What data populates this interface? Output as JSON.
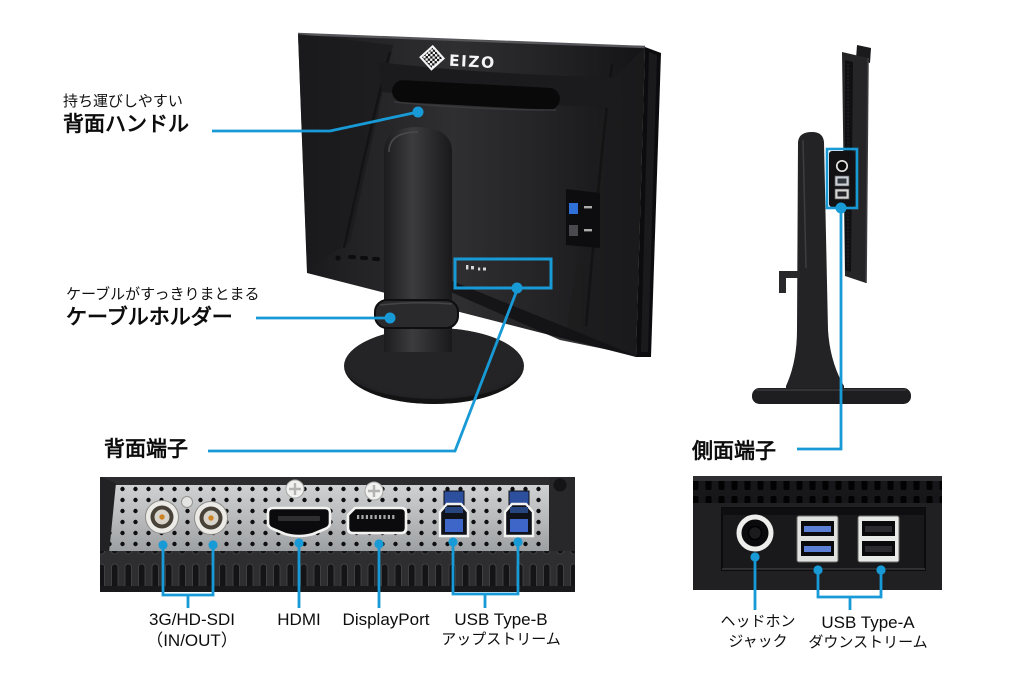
{
  "accent_color": "#189AD6",
  "background_color": "#ffffff",
  "back_view": {
    "logo_text": "EIZO",
    "handle_callout": {
      "feature": "持ち運びしやすい",
      "name": "背面ハンドル"
    },
    "cable_callout": {
      "feature": "ケーブルがすっきりまとまる",
      "name": "ケーブルホルダー"
    }
  },
  "rear_panel": {
    "heading": "背面端子",
    "ports": [
      {
        "id": "sdi",
        "label_line1": "3G/HD-SDI",
        "label_line2": "（IN/OUT）"
      },
      {
        "id": "hdmi",
        "label_line1": "HDMI",
        "label_line2": ""
      },
      {
        "id": "displayport",
        "label_line1": "DisplayPort",
        "label_line2": ""
      },
      {
        "id": "usb-type-b",
        "label_line1": "USB Type-B",
        "label_line2": "アップストリーム"
      }
    ]
  },
  "side_panel": {
    "heading": "側面端子",
    "ports": [
      {
        "id": "headphone-jack",
        "label_line1": "ヘッドホン",
        "label_line2": "ジャック"
      },
      {
        "id": "usb-type-a",
        "label_line1": "USB Type-A",
        "label_line2": "ダウンストリーム"
      }
    ]
  }
}
